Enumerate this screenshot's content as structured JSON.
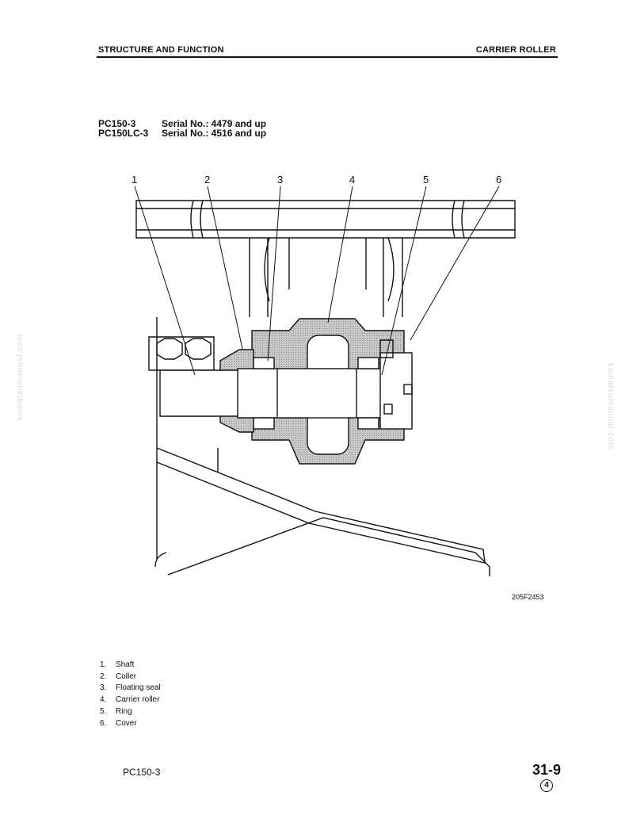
{
  "header": {
    "section": "STRUCTURE AND FUNCTION",
    "topic": "CARRIER ROLLER"
  },
  "models": [
    {
      "model": "PC150-3",
      "serial": "Serial No.: 4479 and up"
    },
    {
      "model": "PC150LC-3",
      "serial": "Serial No.: 4516 and up"
    }
  ],
  "callouts": [
    "1",
    "2",
    "3",
    "4",
    "5",
    "6"
  ],
  "figure_code": "205F2453",
  "legend": [
    {
      "num": "1.",
      "label": "Shaft"
    },
    {
      "num": "2.",
      "label": "Coller"
    },
    {
      "num": "3.",
      "label": "Floating seal"
    },
    {
      "num": "4.",
      "label": "Carrier roller"
    },
    {
      "num": "5.",
      "label": "Ring"
    },
    {
      "num": "6.",
      "label": "Cover"
    }
  ],
  "footer": {
    "model": "PC150-3",
    "page": "31-9",
    "revision": "4"
  },
  "watermark": "komatsumanual.com"
}
